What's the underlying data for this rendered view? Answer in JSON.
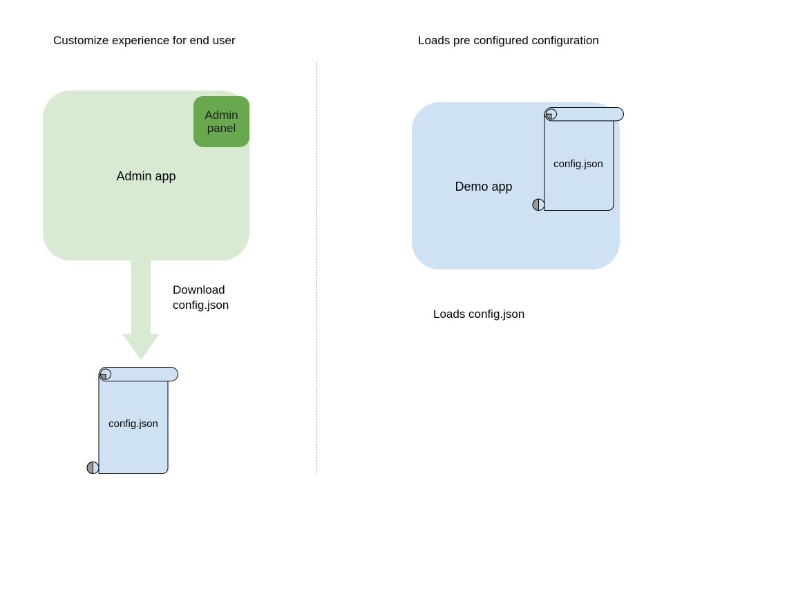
{
  "left": {
    "title": "Customize experience for end user",
    "admin_app_label": "Admin app",
    "admin_panel_label": "Admin panel",
    "arrow_label": "Download\nconfig.json",
    "config_label": "config.json"
  },
  "right": {
    "title": "Loads pre configured configuration",
    "demo_app_label": "Demo app",
    "config_label": "config.json",
    "caption": "Loads config.json"
  },
  "colors": {
    "background": "#ffffff",
    "admin_app_fill": "#d9ead3",
    "admin_panel_fill": "#6aa84f",
    "arrow_fill": "#d9ead3",
    "demo_app_fill": "#cfe2f3",
    "scroll_fill": "#cfe2f3",
    "scroll_curl": "#999999",
    "outline": "#000000",
    "divider": "#9e9e9e",
    "text": "#000000"
  }
}
